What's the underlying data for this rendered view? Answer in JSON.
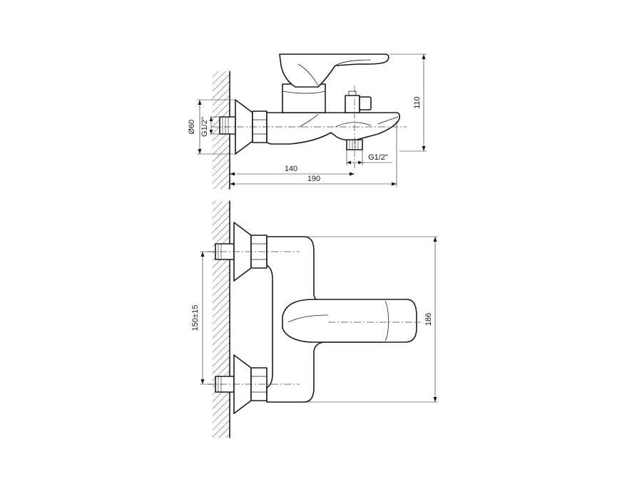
{
  "dimensions": {
    "phi60": "Ø60",
    "g_inlet_side": "G1/2\"",
    "d140": "140",
    "d190": "190",
    "d110": "110",
    "g_outlet": "G1/2\"",
    "d150": "150±15",
    "d186": "186"
  }
}
